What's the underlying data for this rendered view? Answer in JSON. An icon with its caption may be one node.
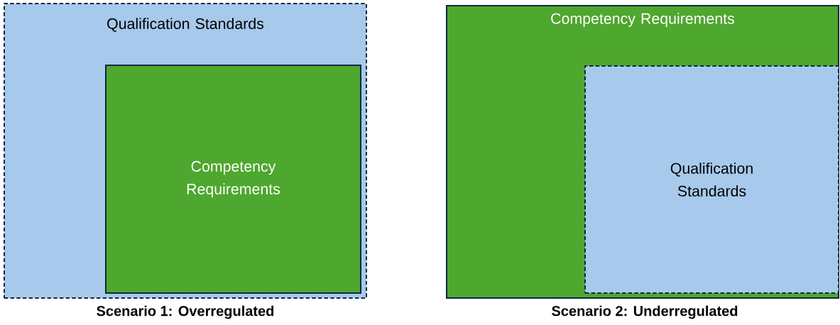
{
  "diagram": {
    "nodes": [
      {
        "text": [
          "Qualification Standards"
        ]
      },
      {
        "text": [
          "Competency Requirements"
        ],
        "in": 0
      },
      {
        "text": [
          "Competency Requirements"
        ]
      },
      {
        "text": [
          "Qualification Standards"
        ],
        "in": 2
      }
    ],
    "labels": [
      "Scenario 1: Overregulated",
      "Scenario 2: Underregulated"
    ]
  }
}
